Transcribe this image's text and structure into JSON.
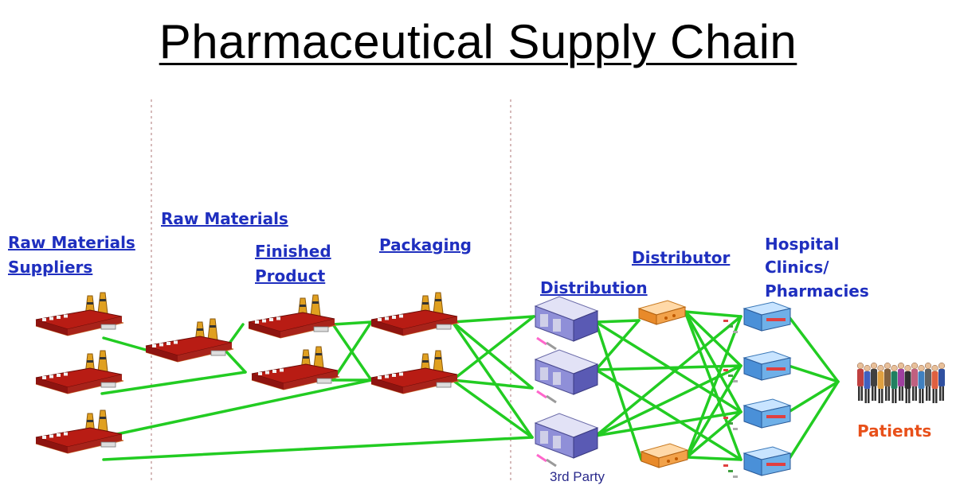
{
  "title": "Pharmaceutical Supply Chain",
  "stages": {
    "raw_materials_suppliers": [
      "Raw Materials",
      "Suppliers"
    ],
    "raw_materials": "Raw Materials",
    "finished_product": [
      "Finished",
      "Product"
    ],
    "packaging": "Packaging",
    "distribution": "Distribution",
    "distributor": "Distributor",
    "hospital": [
      "Hospital",
      "Clinics/",
      "Pharmacies"
    ],
    "patients": "Patients"
  },
  "third_party": "3rd Party",
  "colors": {
    "link": "#22cc22",
    "stage_label": "#1f2fbf",
    "patients_label": "#e8501a",
    "factory": "#b81c14",
    "factory_stack": "#e0a020",
    "warehouse": "#8f8fd8",
    "distributor_box": "#f2a24a",
    "pharmacy": "#6fb0e8"
  },
  "icons": {
    "factory": "factory-icon",
    "warehouse": "distribution-center-icon",
    "distributor": "distributor-icon",
    "pharmacy": "pharmacy-icon",
    "patients": "patients-group-icon"
  }
}
